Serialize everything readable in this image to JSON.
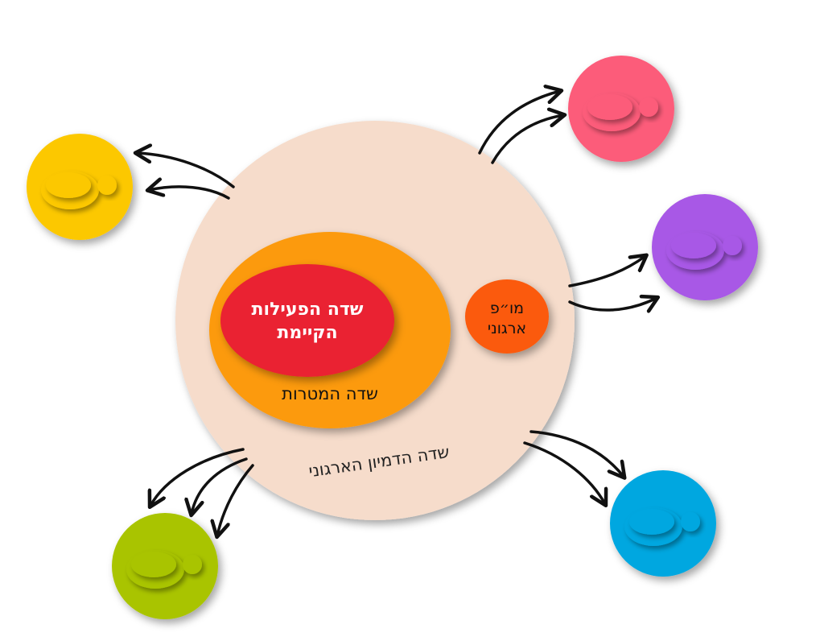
{
  "diagram": {
    "outer_field": {
      "label": "שדה הדמיון הארגוני",
      "color": "#f6dccb"
    },
    "goals_field": {
      "label": "שדה המטרות",
      "color": "#fc9a0c"
    },
    "activity_field": {
      "label_line1": "שדה הפעילות",
      "label_line2": "הקיימת",
      "color": "#ea2130"
    },
    "rnd_node": {
      "label_line1": "מו״פ",
      "label_line2": "ארגוני",
      "color": "#fb5a0a"
    },
    "satellites": [
      {
        "id": "pink",
        "color": "#fc5b7a"
      },
      {
        "id": "purple",
        "color": "#a859e6"
      },
      {
        "id": "blue",
        "color": "#06a7e0"
      },
      {
        "id": "green",
        "color": "#a9c404"
      },
      {
        "id": "yellow",
        "color": "#fcc804"
      }
    ],
    "arrow_color": "#111111"
  }
}
